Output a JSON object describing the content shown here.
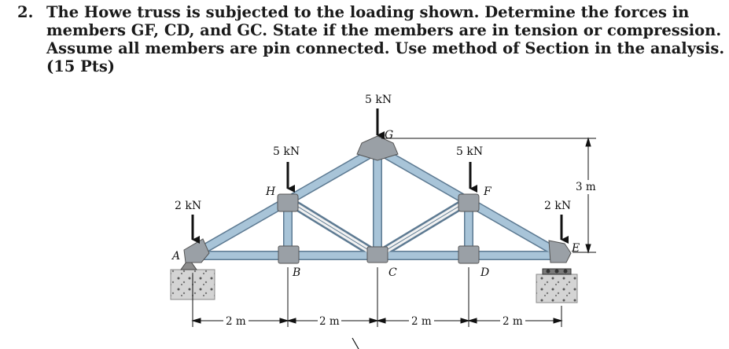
{
  "problem": {
    "number": "2.",
    "lines": [
      "The Howe truss is subjected to the loading shown. Determine the forces in",
      "members GF, CD, and GC. State if the members are in tension or compression.",
      "Assume all members are pin connected. Use method of Section in the analysis.",
      "(15 Pts)"
    ]
  },
  "figure": {
    "loads": {
      "at_A": "2 kN",
      "at_H": "5 kN",
      "at_G": "5 kN",
      "at_F": "5 kN",
      "at_E": "2 kN"
    },
    "joints": {
      "A": "A",
      "B": "B",
      "C": "C",
      "D": "D",
      "E": "E",
      "F": "F",
      "G": "G",
      "H": "H"
    },
    "dimensions": {
      "height": "3 m",
      "span1": "2 m",
      "span2": "2 m",
      "span3": "2 m",
      "span4": "2 m"
    },
    "colors": {
      "member": "#a8c4d8",
      "member_edge": "#5d7a92",
      "plate": "#9aa0a6",
      "support": "#c9c9c9"
    }
  }
}
